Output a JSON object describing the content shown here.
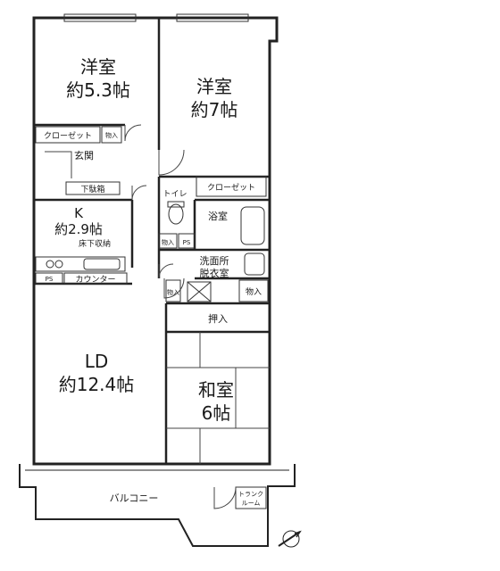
{
  "rooms": {
    "western1": {
      "name": "洋室",
      "size": "約5.3帖"
    },
    "western2": {
      "name": "洋室",
      "size": "約7帖"
    },
    "kitchen": {
      "name": "K",
      "size": "約2.9帖"
    },
    "ld": {
      "name": "LD",
      "size": "約12.4帖"
    },
    "washitsu": {
      "name": "和室",
      "size": "6帖"
    }
  },
  "labels": {
    "closet1": "クローゼット",
    "storage1": "物入",
    "entrance": "玄関",
    "shoe_box": "下駄箱",
    "underfloor": "床下収納",
    "ps1": "PS",
    "counter": "カウンター",
    "toilet": "トイレ",
    "closet2": "クローゼット",
    "bath": "浴室",
    "storage2": "物入",
    "ps2": "PS",
    "washroom1": "洗面所",
    "washroom2": "脱衣室",
    "storage3": "物入",
    "storage4": "物入",
    "oshiire": "押入",
    "balcony": "バルコニー",
    "trunk1": "トランク",
    "trunk2": "ルーム"
  }
}
